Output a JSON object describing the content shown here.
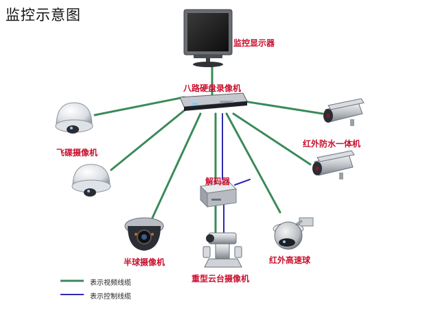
{
  "title": "监控示意图",
  "colors": {
    "video_cable": "#3a8a5a",
    "control_cable": "#2a2ab0",
    "label": "#c8102e"
  },
  "nodes": {
    "monitor": {
      "label": "监控显示器",
      "icon": "monitor-icon"
    },
    "dvr": {
      "label": "八路硬盘录像机",
      "icon": "dvr-icon"
    },
    "ufo_camera": {
      "label": "飞碟摄像机",
      "icon": "ufo-camera-icon"
    },
    "dome_camera": {
      "label": "半球摄像机",
      "icon": "dome-camera-icon"
    },
    "decoder": {
      "label": "解码器",
      "icon": "decoder-icon"
    },
    "ptz_camera": {
      "label": "重型云台摄像机",
      "icon": "ptz-camera-icon"
    },
    "speed_dome": {
      "label": "红外高速球",
      "icon": "speed-dome-icon"
    },
    "ir_camera": {
      "label": "红外防水一体机",
      "icon": "bullet-camera-icon"
    }
  },
  "legend": {
    "video_label": "表示视频线缆",
    "control_label": "表示控制线缆"
  }
}
